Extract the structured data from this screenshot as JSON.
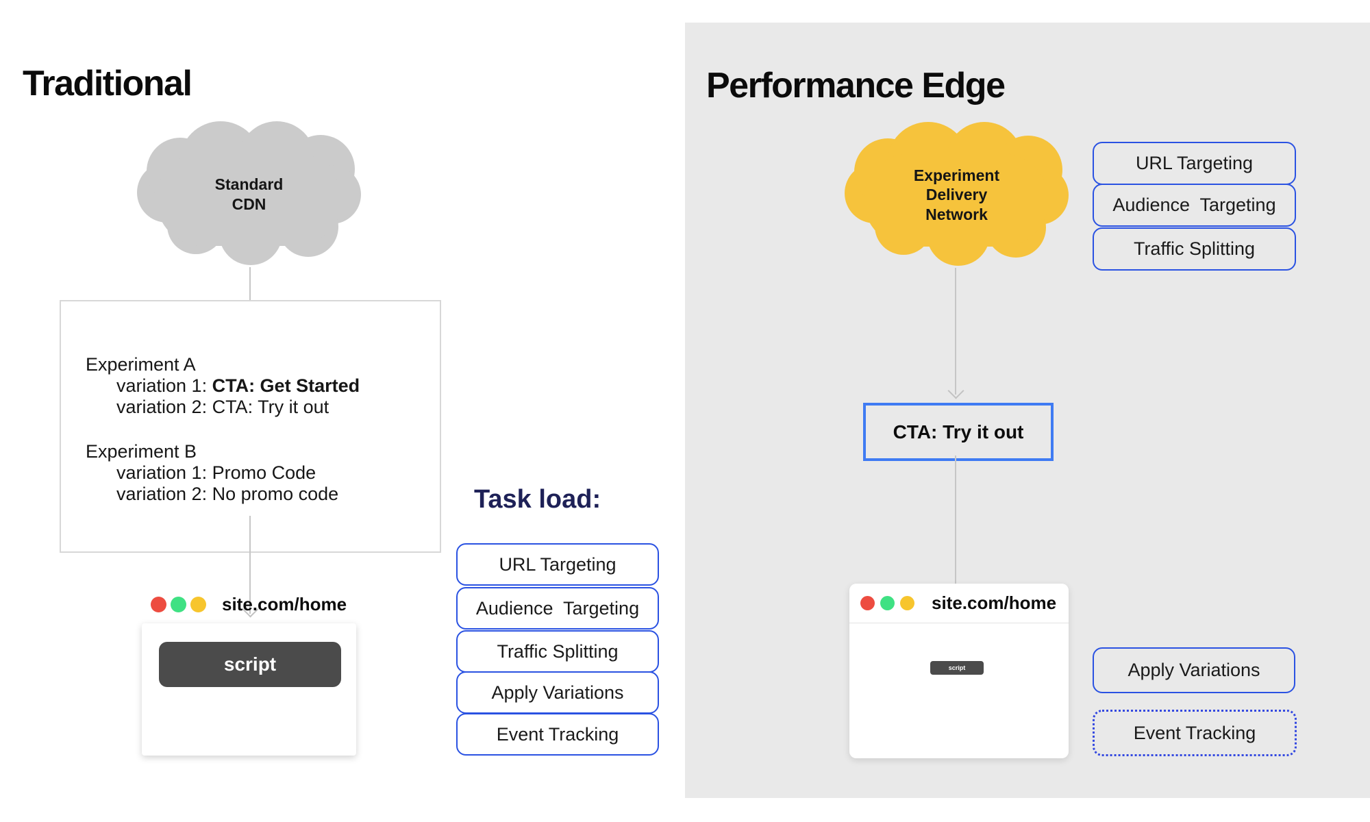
{
  "left_panel": {
    "title": "Traditional",
    "cloud": {
      "lines": [
        "Standard",
        "CDN"
      ]
    },
    "experiment_box": {
      "experiment_a": {
        "title": "Experiment A",
        "variation_1_prefix": "variation 1: ",
        "variation_1_bold": "CTA: Get Started",
        "variation_2": "variation 2: CTA: Try it out"
      },
      "experiment_b": {
        "title": "Experiment B",
        "variation_1": "variation 1: Promo Code",
        "variation_2": "variation 2: No promo code"
      }
    },
    "browser": {
      "url": "site.com/home",
      "script_button": "script"
    },
    "task_load": {
      "heading": "Task load:",
      "items": [
        "URL Targeting",
        "Audience  Targeting",
        "Traffic Splitting",
        "Apply Variations",
        "Event Tracking"
      ]
    }
  },
  "right_panel": {
    "title": "Performance Edge",
    "cloud": {
      "lines": [
        "Experiment",
        "Delivery",
        "Network"
      ]
    },
    "capabilities": [
      "URL Targeting",
      "Audience  Targeting",
      "Traffic Splitting"
    ],
    "cta_box": "CTA: Try it out",
    "browser": {
      "url": "site.com/home",
      "script_chip": "script"
    },
    "edge_tasks": [
      {
        "label": "Apply Variations",
        "border": "solid"
      },
      {
        "label": "Event Tracking",
        "border": "dotted"
      }
    ]
  },
  "colors": {
    "capability_border_blue": "#2a52e2",
    "cta_border_blue": "#3f7bf3",
    "dotted_border_blue": "#3348e0",
    "cloud_yellow": "#f6c33c",
    "cloud_gray": "#cbcbcb",
    "right_panel_gray": "#e9e9e9",
    "task_heading_navy": "#1e2157",
    "traffic_red": "#ed4c40",
    "traffic_green": "#3fe183",
    "traffic_yellow": "#f7c52d",
    "script_dark": "#4b4b4b",
    "arrow_gray": "#c6c6c6"
  }
}
